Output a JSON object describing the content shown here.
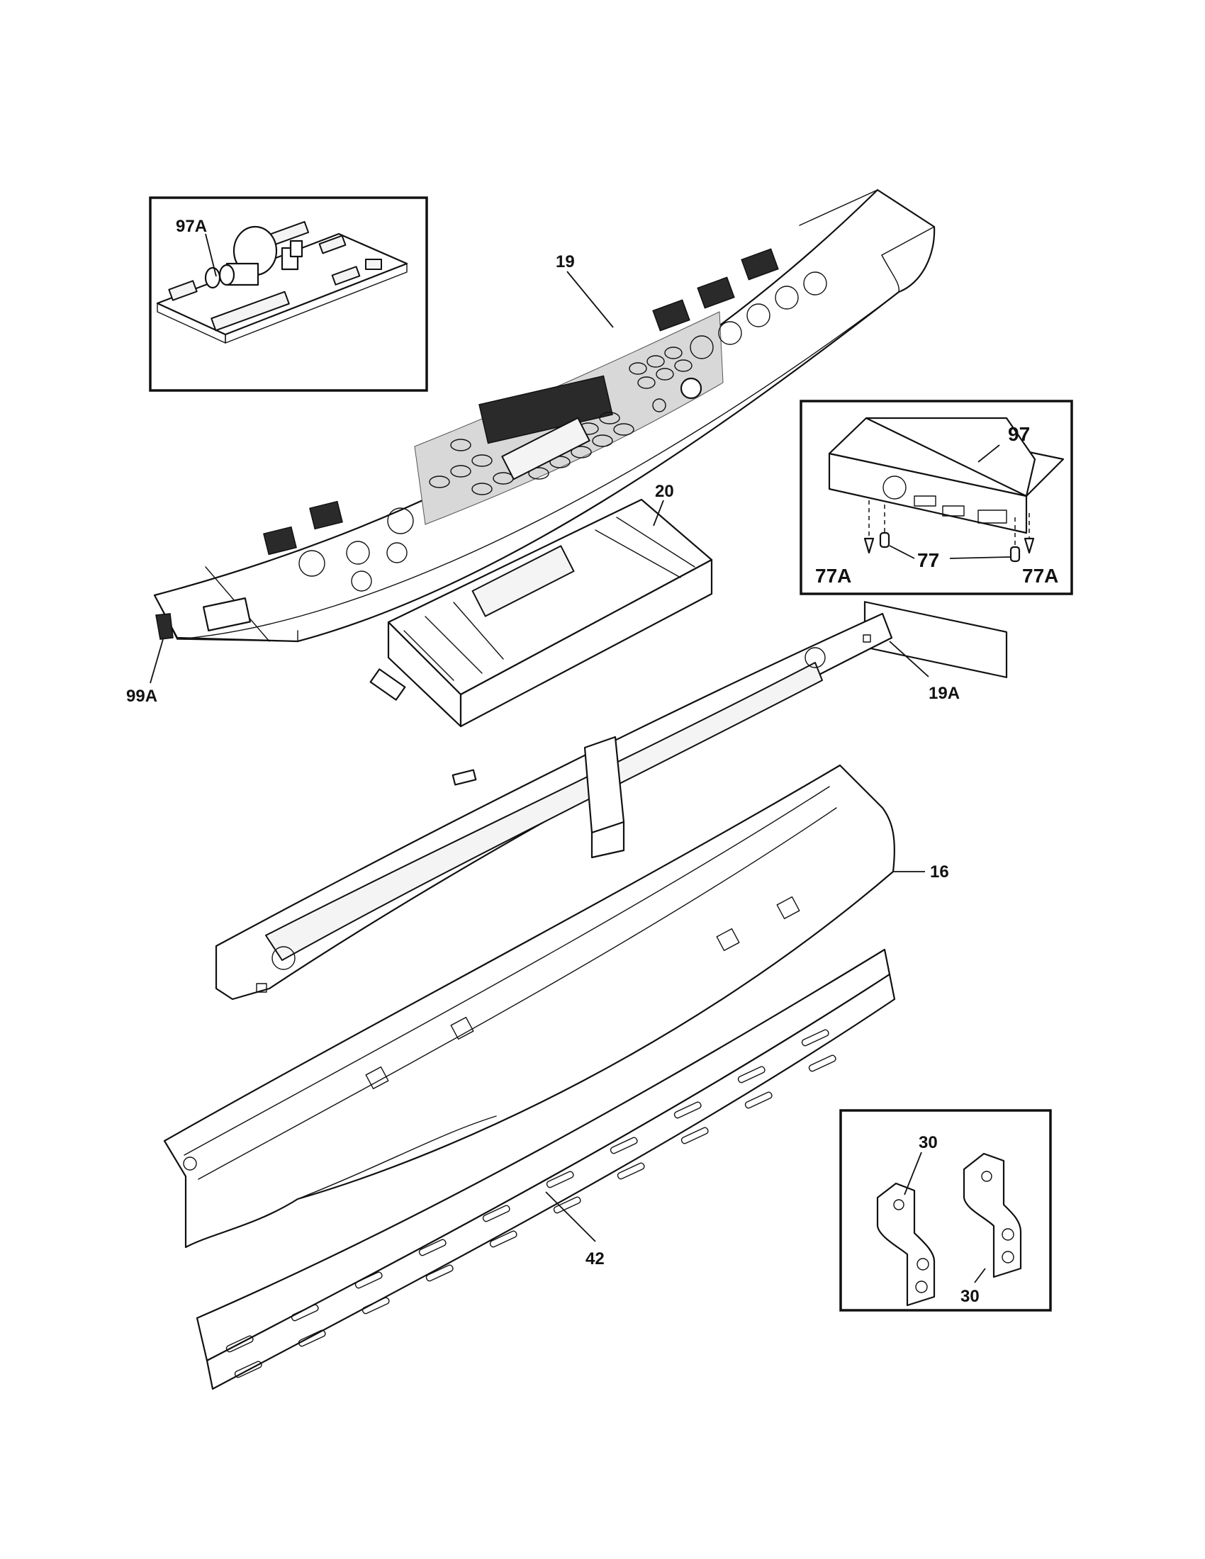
{
  "callouts": {
    "c97A": "97A",
    "c19": "19",
    "c97": "97",
    "c20": "20",
    "c77A_left": "77A",
    "c77": "77",
    "c77A_right": "77A",
    "c99A": "99A",
    "c19A": "19A",
    "c16": "16",
    "c30_top": "30",
    "c42": "42",
    "c30_bottom": "30"
  },
  "colors": {
    "line": "#111111",
    "background": "#ffffff",
    "keypad_shade": "#d8d8d8",
    "display": "#2a2a2a"
  }
}
